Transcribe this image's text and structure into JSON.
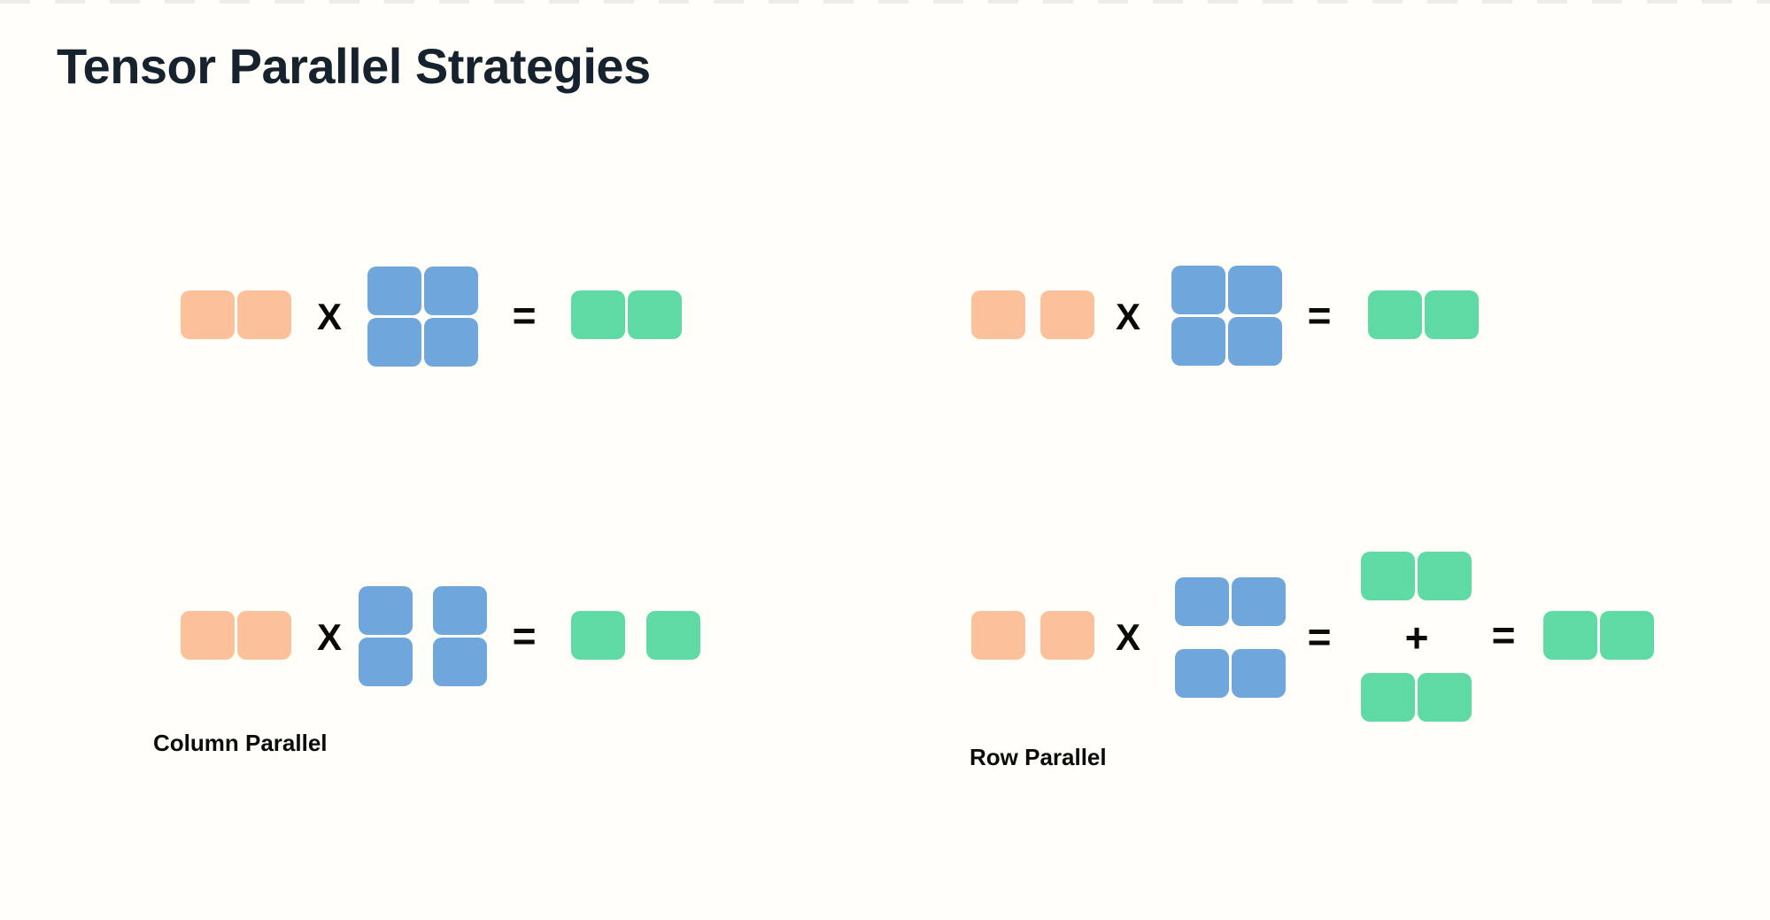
{
  "title": "Tensor Parallel Strategies",
  "operators": {
    "multiply": "X",
    "equals": "=",
    "plus": "+"
  },
  "labels": {
    "column_parallel": "Column Parallel",
    "row_parallel": "Row Parallel"
  },
  "colors": {
    "background": "#fffef9",
    "top_dash": "#edece7",
    "title_text": "#16222e",
    "label_text": "#0b0b0b",
    "operator_text": "#0a0a0a",
    "input_block": "#fbc19a",
    "weight_block": "#6fa6dc",
    "output_block": "#5fdaa5"
  },
  "diagrams": [
    {
      "id": "top-left-baseline",
      "label": "",
      "equation": "input(1x2) X weight(2x2) = output(1x2)",
      "input_split": "none",
      "weight_split": "none",
      "output_split": "none"
    },
    {
      "id": "top-right-baseline",
      "label": "",
      "equation": "input(1x2, sharded) X weight(2x2) = output(1x2)",
      "input_split": "sharded",
      "weight_split": "none",
      "output_split": "none"
    },
    {
      "id": "bottom-left",
      "label": "Column Parallel",
      "equation": "input(1x2) X weight(2x2, column split) = output(1x2, split)",
      "input_split": "none",
      "weight_split": "columns",
      "output_split": "columns"
    },
    {
      "id": "bottom-right",
      "label": "Row Parallel",
      "equation": "input(1x2, sharded) X weight(2x2, row split) = partial(1x2) + partial(1x2) = output(1x2)",
      "input_split": "sharded",
      "weight_split": "rows",
      "output_split": "sum-of-partials"
    }
  ]
}
